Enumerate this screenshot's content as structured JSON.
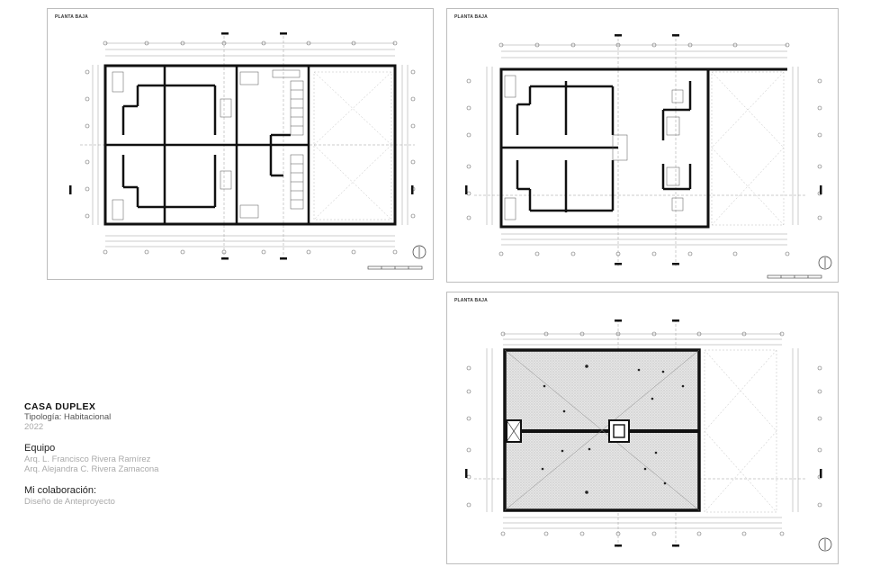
{
  "project": {
    "title": "CASA DUPLEX",
    "tipologia": "Tipología: Habitacional",
    "year": "2022"
  },
  "team": {
    "heading": "Equipo",
    "members": [
      "Arq. L. Francisco Rivera Ramírez",
      "Arq. Alejandra C. Rivera Zamacona"
    ]
  },
  "collab": {
    "heading": "Mi colaboración:",
    "role": "Diseño de Anteproyecto"
  },
  "sheets": [
    {
      "title": "PLANTA BAJA"
    },
    {
      "title": "PLANTA BAJA"
    },
    {
      "title": "PLANTA BAJA"
    }
  ],
  "colors": {
    "ink": "#111111",
    "line": "#9a9a9a",
    "border": "#bdbdbd",
    "hatch": "#dcdcdc"
  }
}
